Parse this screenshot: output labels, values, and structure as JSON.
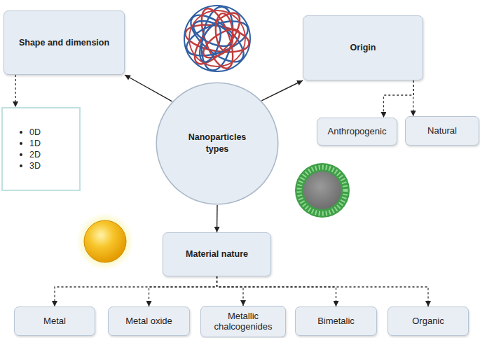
{
  "diagram": {
    "nodes": [
      {
        "text": [
          "Shape and dimension"
        ]
      },
      {
        "text": [
          "Origin"
        ]
      },
      {
        "text": [
          "0D",
          "1D",
          "2D",
          "3D"
        ]
      },
      {
        "text": [
          "Nanoparticles types"
        ]
      },
      {
        "text": [
          "Anthropogenic"
        ]
      },
      {
        "text": [
          "Natural"
        ]
      },
      {
        "text": [
          "Material nature"
        ]
      },
      {
        "text": [
          "Metal"
        ]
      },
      {
        "text": [
          "Metal oxide"
        ]
      },
      {
        "text": [
          "Metallic chalcogenides"
        ]
      },
      {
        "text": [
          "Bimetalic"
        ]
      },
      {
        "text": [
          "Organic"
        ]
      }
    ],
    "edges": [
      {
        "from": 3,
        "to": 0,
        "arrow": "to"
      },
      {
        "from": 3,
        "to": 1,
        "arrow": "to"
      },
      {
        "from": 0,
        "to": 2,
        "arrow": "to"
      },
      {
        "from": 1,
        "to": 4,
        "arrow": "to"
      },
      {
        "from": 1,
        "to": 5,
        "arrow": "to"
      },
      {
        "from": 3,
        "to": 6,
        "arrow": "to"
      },
      {
        "from": 6,
        "to": 7,
        "arrow": "to"
      },
      {
        "from": 6,
        "to": 8,
        "arrow": "to"
      },
      {
        "from": 6,
        "to": 9,
        "arrow": "to"
      },
      {
        "from": 6,
        "to": 10,
        "arrow": "to"
      },
      {
        "from": 6,
        "to": 11,
        "arrow": "to"
      }
    ]
  }
}
